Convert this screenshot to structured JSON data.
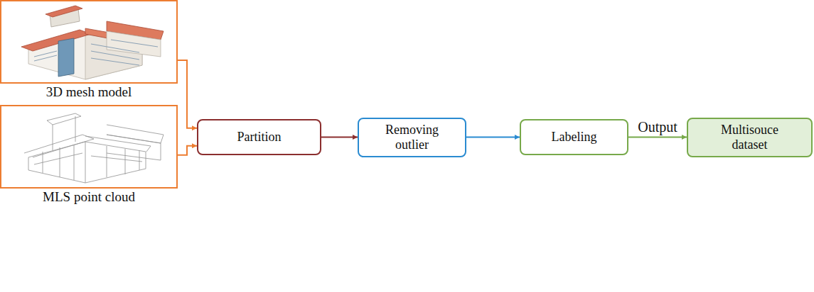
{
  "diagram": {
    "nodes": [
      {
        "text": [
          "3D mesh model"
        ]
      },
      {
        "text": [
          "MLS point cloud"
        ]
      },
      {
        "text": [
          "Partition"
        ]
      },
      {
        "text": [
          "Removing outlier"
        ]
      },
      {
        "text": [
          "Labeling"
        ]
      },
      {
        "text": [
          "Multisouce dataset"
        ]
      }
    ],
    "edges": [
      {
        "from": 0,
        "to": 2,
        "arrow": "to"
      },
      {
        "from": 1,
        "to": 2,
        "arrow": "to"
      },
      {
        "from": 2,
        "to": 3,
        "arrow": "to"
      },
      {
        "from": 3,
        "to": 4,
        "arrow": "to"
      },
      {
        "from": 4,
        "to": 5,
        "label": "Output",
        "arrow": "to"
      }
    ]
  }
}
